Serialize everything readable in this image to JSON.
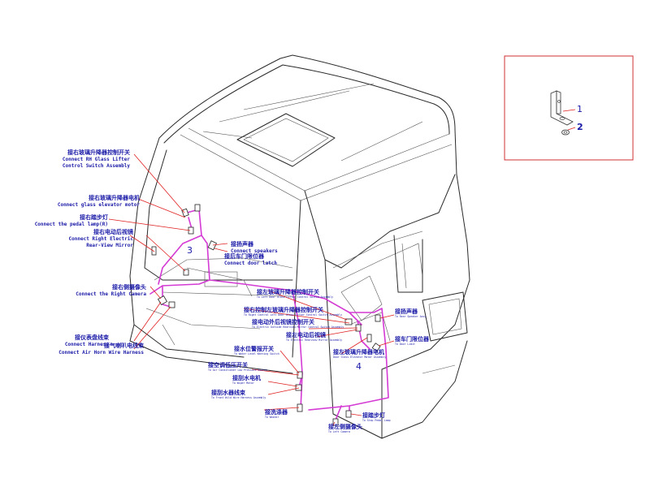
{
  "labels": [
    {
      "id": "rh-lifter",
      "cn": "接右玻璃升降器控制开关",
      "en": [
        "Connect RH Glass Lifter",
        "Control Switch Assembly"
      ],
      "anchor": "end"
    },
    {
      "id": "glass-motor",
      "cn": "接右玻璃升降器电机",
      "en": [
        "Connect glass elevator motor"
      ],
      "anchor": "end"
    },
    {
      "id": "pedal-lamp",
      "cn": "接右踏步灯",
      "en": [
        "Connect the pedal lamp(R)"
      ],
      "anchor": "end"
    },
    {
      "id": "rh-mirror",
      "cn": "接右电动后视镜",
      "en": [
        "Connect Right Electric",
        "Rear-View Mirror"
      ],
      "anchor": "end"
    },
    {
      "id": "speakers",
      "cn": "接扬声器",
      "en": [
        "Connect speakers"
      ],
      "anchor": "start"
    },
    {
      "id": "door-latch",
      "cn": "接后车门限位器",
      "en": [
        "Connect door latch"
      ],
      "anchor": "start"
    },
    {
      "id": "rh-camera",
      "cn": "接右侧摄像头",
      "en": [
        "Connect the Right  Camera"
      ],
      "anchor": "end"
    },
    {
      "id": "main-harness",
      "cn": "接仪表盘线束",
      "en": [
        "Connect Harness"
      ],
      "anchor": "end"
    },
    {
      "id": "air-horn",
      "cn": "接气喇叭电线束",
      "en": [
        "Connect Air Horn Wire Harness"
      ],
      "anchor": "end"
    },
    {
      "id": "lh-lifter",
      "cn": "接左玻璃升降器控制开关",
      "en": [
        "To Left Door Glass Lifter Control Switch Assembly"
      ],
      "anchor": "start",
      "small": true
    },
    {
      "id": "lh-lifter-2",
      "cn": "接右控制左玻璃升降器控制开关",
      "en": [
        "To Right Control Left Door Glass Lifter Control Switch Assembly"
      ],
      "anchor": "start",
      "small": true
    },
    {
      "id": "elec-mirror",
      "cn": "接电动外后视镜控制开关",
      "en": [
        "To Electric Outside Rearview Mirror Control Switch Assembly"
      ],
      "anchor": "start",
      "small": true
    },
    {
      "id": "lh-mirror",
      "cn": "接左电动后视镜",
      "en": [
        "To Electric Rearview Mirror Assembly"
      ],
      "anchor": "start",
      "small": true
    },
    {
      "id": "rear-speaker",
      "cn": "接扬声器",
      "en": [
        "To Rear Speaker Assy"
      ],
      "anchor": "start",
      "small": true
    },
    {
      "id": "door-limit",
      "cn": "接车门限位器",
      "en": [
        "To Door Limit"
      ],
      "anchor": "start",
      "small": true
    },
    {
      "id": "lh-glass",
      "cn": "接左玻璃升降器电机",
      "en": [
        "Door Glass Elevator Motor Assembly"
      ],
      "anchor": "start",
      "small": true
    },
    {
      "id": "seat-switch",
      "cn": "接水位警报开关",
      "en": [
        "To Water Level Warning Switch"
      ],
      "anchor": "start",
      "small": true
    },
    {
      "id": "ac-pressure",
      "cn": "接空调低压开关",
      "en": [
        "To Air Conditioner Low Pressure Switch"
      ],
      "anchor": "start",
      "small": true
    },
    {
      "id": "wiper-motor",
      "cn": "接刮水电机",
      "en": [
        "To Wiper Motor"
      ],
      "anchor": "start",
      "small": true
    },
    {
      "id": "wiper-harness",
      "cn": "接刮水器线束",
      "en": [
        "To Front Wild Wire Harness Assembly"
      ],
      "anchor": "start",
      "small": true
    },
    {
      "id": "washer",
      "cn": "接洗涤器",
      "en": [
        "To Washer"
      ],
      "anchor": "start",
      "small": true
    },
    {
      "id": "lh-camera",
      "cn": "接左侧摄像头",
      "en": [
        "To Left Camera"
      ],
      "anchor": "start",
      "small": true
    },
    {
      "id": "step-lamp",
      "cn": "接踏步灯",
      "en": [
        "To Step Pedal Lamp"
      ],
      "anchor": "start",
      "small": true
    }
  ],
  "callouts": [
    {
      "id": "callout-3",
      "text": "3"
    },
    {
      "id": "callout-4",
      "text": "4"
    }
  ],
  "inset": {
    "parts": [
      {
        "id": "part-1",
        "text": "1"
      },
      {
        "id": "part-2",
        "text": "2"
      }
    ]
  },
  "colors": {
    "harness": "#d43ad4",
    "leader": "#e02020",
    "label": "#1a1aa8",
    "frame": "#d03030"
  }
}
